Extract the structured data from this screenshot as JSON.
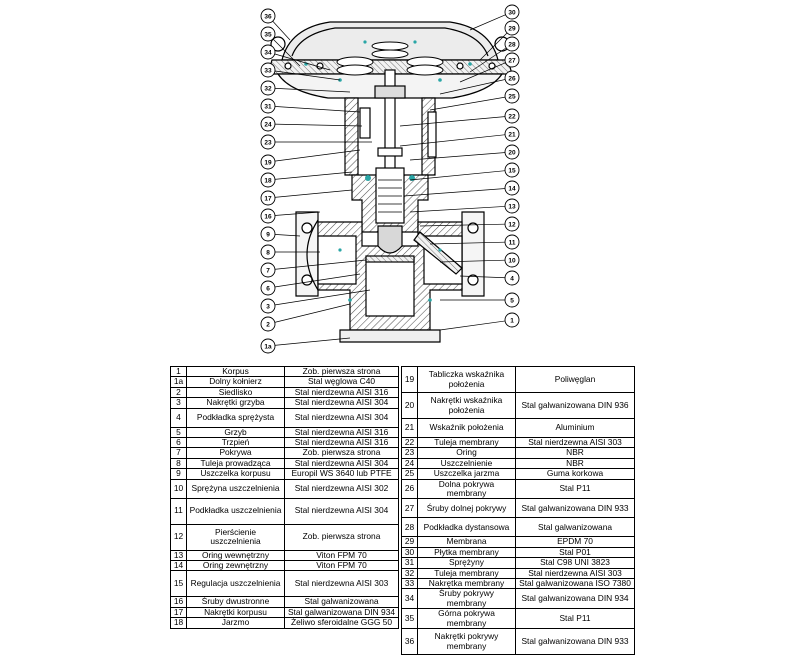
{
  "diagram": {
    "callouts_right": [
      "30",
      "29",
      "28",
      "27",
      "26",
      "25",
      "22",
      "21",
      "20",
      "15",
      "14",
      "13",
      "12",
      "11",
      "10",
      "4",
      "5",
      "1"
    ],
    "callouts_left": [
      "36",
      "35",
      "34",
      "33",
      "32",
      "31",
      "24",
      "23",
      "19",
      "18",
      "17",
      "16",
      "9",
      "8",
      "7",
      "6",
      "3",
      "2",
      "1a"
    ]
  },
  "parts_left": [
    {
      "no": "1",
      "part": "Korpus",
      "material": "Zob. pierwsza strona"
    },
    {
      "no": "1a",
      "part": "Dolny kołnierz",
      "material": "Stal węglowa C40"
    },
    {
      "no": "2",
      "part": "Siedlisko",
      "material": "Stal nierdzewna AISI 316"
    },
    {
      "no": "3",
      "part": "Nakrętki grzyba",
      "material": "Stal nierdzewna AISI 304"
    },
    {
      "no": "4",
      "part": "Podkładka sprężysta",
      "material": "Stal nierdzewna AISI 304"
    },
    {
      "no": "5",
      "part": "Grzyb",
      "material": "Stal nierdzewna AISI 316"
    },
    {
      "no": "6",
      "part": "Trzpień",
      "material": "Stal nierdzewna AISI 316"
    },
    {
      "no": "7",
      "part": "Pokrywa",
      "material": "Zob. pierwsza strona"
    },
    {
      "no": "8",
      "part": "Tuleja prowadząca",
      "material": "Stal nierdzewna AISI 304"
    },
    {
      "no": "9",
      "part": "Uszczelka korpusu",
      "material": "Europil WS 3640 lub PTFE"
    },
    {
      "no": "10",
      "part": "Sprężyna uszczelnienia",
      "material": "Stal nierdzewna AISI 302"
    },
    {
      "no": "11",
      "part": "Podkładka uszczelnienia",
      "material": "Stal nierdzewna AISI 304"
    },
    {
      "no": "12",
      "part": "Pierścienie uszczelnienia",
      "material": "Zob. pierwsza strona"
    },
    {
      "no": "13",
      "part": "Oring wewnętrzny",
      "material": "Viton FPM 70"
    },
    {
      "no": "14",
      "part": "Oring zewnętrzny",
      "material": "Viton FPM 70"
    },
    {
      "no": "15",
      "part": "Regulacja uszczelnienia",
      "material": "Stal nierdzewna AISI 303"
    },
    {
      "no": "16",
      "part": "Śruby dwustronne",
      "material": "Stal galwanizowana"
    },
    {
      "no": "17",
      "part": "Nakrętki korpusu",
      "material": "Stal galwanizowana DIN 934"
    },
    {
      "no": "18",
      "part": "Jarzmo",
      "material": "Żeliwo sferoidalne GGG 50"
    }
  ],
  "parts_right": [
    {
      "no": "19",
      "part": "Tabliczka wskaźnika położenia",
      "material": "Poliwęglan"
    },
    {
      "no": "20",
      "part": "Nakrętki wskaźnika położenia",
      "material": "Stal galwanizowana DIN 936"
    },
    {
      "no": "21",
      "part": "Wskaźnik położenia",
      "material": "Aluminium"
    },
    {
      "no": "22",
      "part": "Tuleja membrany",
      "material": "Stal nierdzewna AISI 303"
    },
    {
      "no": "23",
      "part": "Oring",
      "material": "NBR"
    },
    {
      "no": "24",
      "part": "Uszczelnienie",
      "material": "NBR"
    },
    {
      "no": "25",
      "part": "Uszczelka jarzma",
      "material": "Guma korkowa"
    },
    {
      "no": "26",
      "part": "Dolna pokrywa membrany",
      "material": "Stal P11"
    },
    {
      "no": "27",
      "part": "Śruby dolnej pokrywy",
      "material": "Stal galwanizowana DIN 933"
    },
    {
      "no": "28",
      "part": "Podkładka dystansowa",
      "material": "Stal galwanizowana"
    },
    {
      "no": "29",
      "part": "Membrana",
      "material": "EPDM 70"
    },
    {
      "no": "30",
      "part": "Płytka membrany",
      "material": "Stal P01"
    },
    {
      "no": "31",
      "part": "Sprężyny",
      "material": "Stal C98 UNI 3823"
    },
    {
      "no": "32",
      "part": "Tuleja membrany",
      "material": "Stal nierdzewna AISI 303"
    },
    {
      "no": "33",
      "part": "Nakrętka membrany",
      "material": "Stal galwanizowana ISO 7380"
    },
    {
      "no": "34",
      "part": "Śruby pokrywy membrany",
      "material": "Stal galwanizowana DIN 934"
    },
    {
      "no": "35",
      "part": "Górna pokrywa membrany",
      "material": "Stal P11"
    },
    {
      "no": "36",
      "part": "Nakrętki pokrywy membrany",
      "material": "Stal galwanizowana DIN 933"
    }
  ]
}
